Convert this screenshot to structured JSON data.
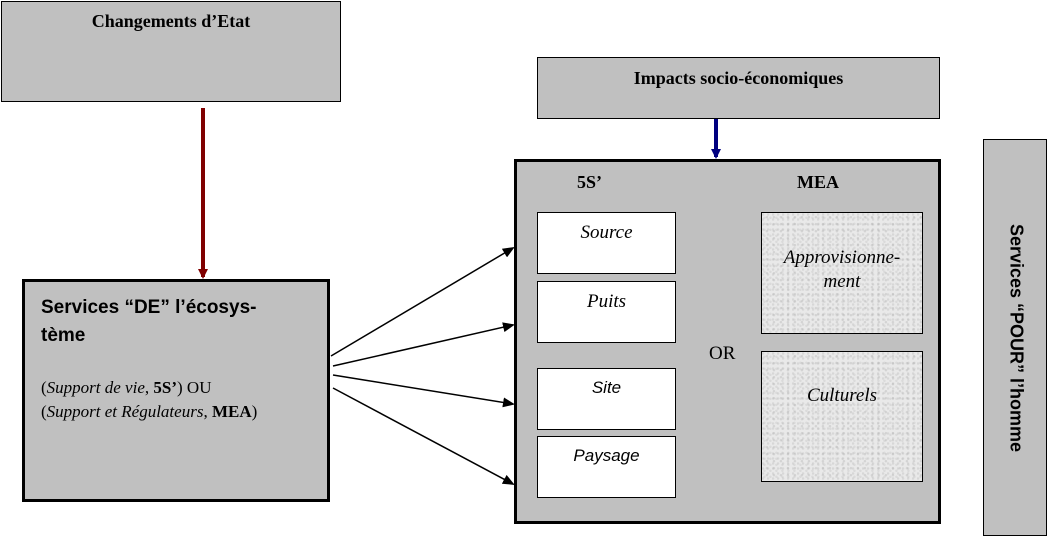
{
  "changements": {
    "title": "Changements d’Etat"
  },
  "impacts": {
    "title": "Impacts socio-économiques"
  },
  "services_de": {
    "title_line1": "Services “DE” l’écosys-",
    "title_line2": "tème",
    "line1_open": "(",
    "line1_italic": "Support de vie",
    "line1_bold": "5S’",
    "line1_close": ") OU",
    "line2_open": "(",
    "line2_italic": "Support et Régulateurs",
    "line2_bold": "MEA",
    "line2_close": ")"
  },
  "main": {
    "col_5s": "5S’",
    "col_mea": "MEA",
    "or_label": "OR",
    "items_5s": [
      "Source",
      "Puits",
      "Site",
      "Paysage"
    ],
    "mea_approvisionnement_line1": "Approvisionne-",
    "mea_approvisionnement_line2": "ment",
    "mea_culturels": "Culturels"
  },
  "services_pour": {
    "title": "Services “POUR” l’homme"
  },
  "colors": {
    "box_fill": "#c0c0c0",
    "red_arrow": "#800000",
    "blue_arrow": "#000080",
    "black_arrow": "#000000"
  }
}
